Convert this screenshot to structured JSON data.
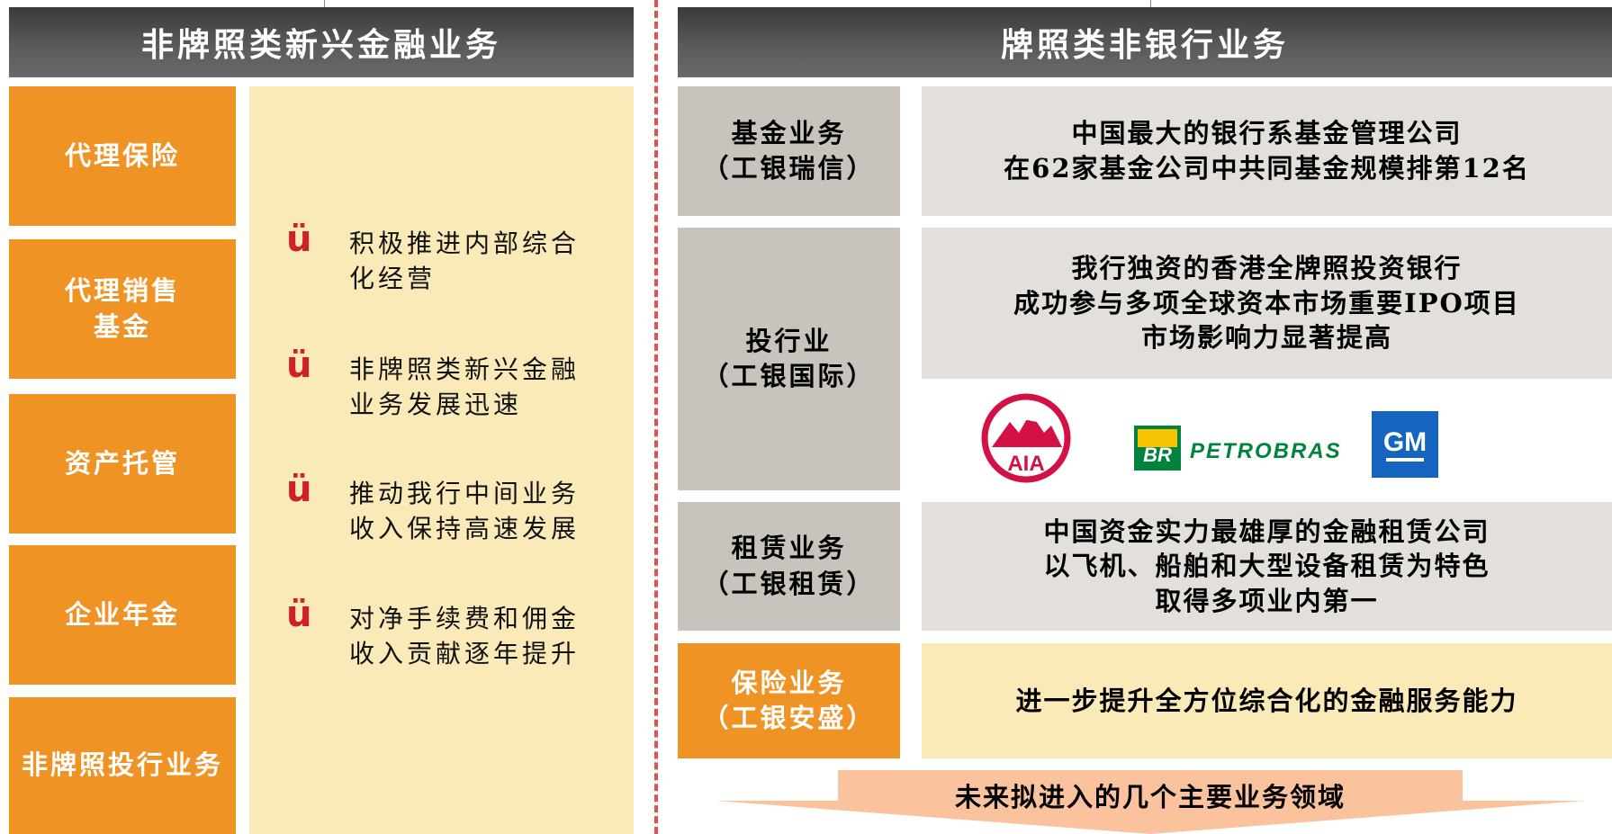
{
  "left": {
    "header": "非牌照类新兴金融业务",
    "categories": [
      {
        "lines": [
          "代理保险"
        ]
      },
      {
        "lines": [
          "代理销售",
          "基金"
        ]
      },
      {
        "lines": [
          "资产托管"
        ]
      },
      {
        "lines": [
          "企业年金"
        ]
      },
      {
        "lines": [
          "非牌照投行业务"
        ]
      }
    ],
    "bullet_glyph": "ü",
    "bullets": [
      "积极推进内部综合化经营",
      "非牌照类新兴金融业务发展迅速",
      "推动我行中间业务收入保持高速发展",
      "对净手续费和佣金收入贡献逐年提升"
    ]
  },
  "right": {
    "header": "牌照类非银行业务",
    "rows": [
      {
        "label": [
          "基金业务",
          "（工银瑞信）"
        ],
        "desc": [
          "中国最大的银行系基金管理公司",
          "在62家基金公司中共同基金规模排第12名"
        ]
      },
      {
        "label": [
          "投行业",
          "（工银国际）"
        ],
        "desc": [
          "我行独资的香港全牌照投资银行",
          "成功参与多项全球资本市场重要IPO项目",
          "市场影响力显著提高"
        ]
      },
      {
        "label": [
          "租赁业务",
          "（工银租赁）"
        ],
        "desc": [
          "中国资金实力最雄厚的金融租赁公司",
          "以飞机、船舶和大型设备租赁为特色",
          "取得多项业内第一"
        ]
      },
      {
        "label": [
          "保险业务",
          "（工银安盛）"
        ],
        "desc": [
          "进一步提升全方位综合化的金融服务能力"
        ]
      }
    ],
    "logos": {
      "aia": "AIA",
      "br": "BR",
      "petrobras": "PETROBRAS",
      "gm": "GM"
    },
    "arrow_label": "未来拟进入的几个主要业务领域"
  },
  "colors": {
    "orange": "#f09325",
    "cream": "#faeab8",
    "gray_label": "#c9c3bd",
    "gray_desc": "#e3dfdb",
    "header_dark": "#4a4a4a",
    "bullet_red": "#d0202a",
    "divider_red": "#e0524f",
    "arrow_peach": "#fbc29e",
    "petrobras_green": "#00843d",
    "petrobras_yellow": "#f7c300",
    "gm_blue": "#1565c0",
    "aia_red": "#d31145"
  }
}
